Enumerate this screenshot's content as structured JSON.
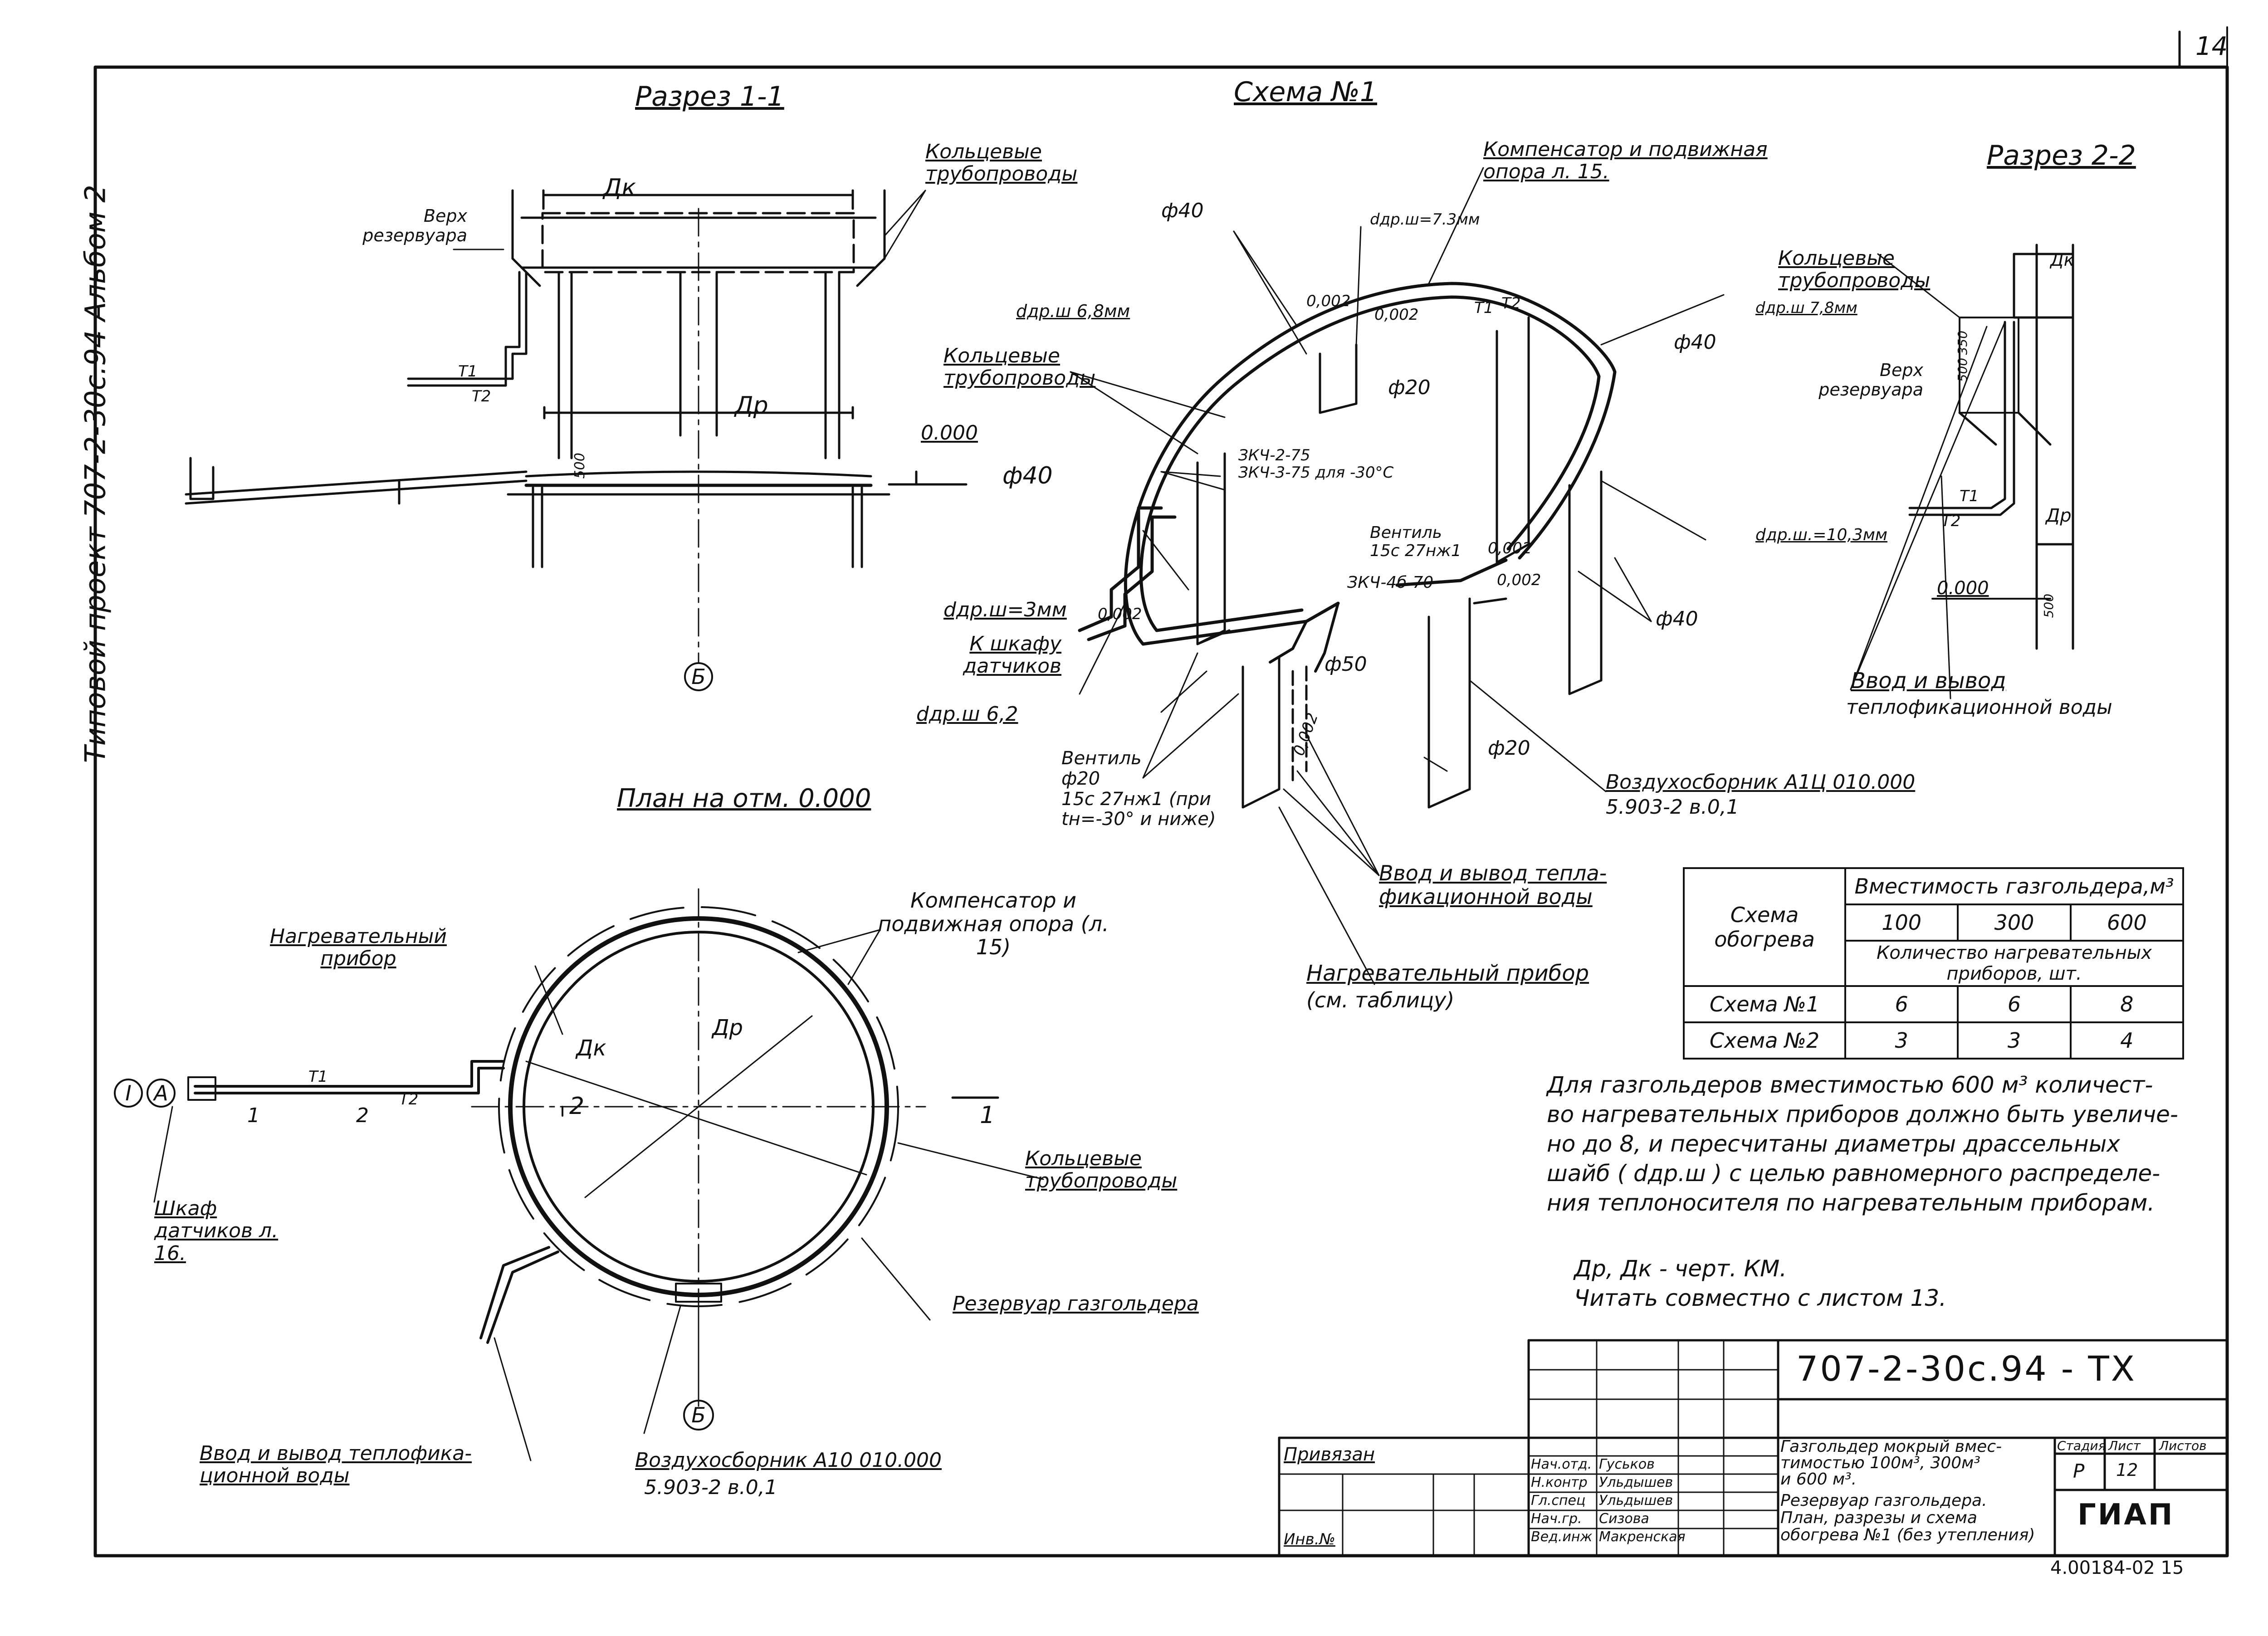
{
  "sheet": {
    "number": "14",
    "album_label": "Типовой проект 707-2-30с.94    Альбом 2"
  },
  "section_1_1": {
    "title": "Разрез 1-1",
    "ring_pipes": "Кольцевые трубопроводы",
    "top_of_tank": "Верх резервуара",
    "dk": "Дк",
    "dr": "Др",
    "elevation": "0.000",
    "dim_500": "500",
    "t1": "Т1",
    "t2": "Т2",
    "axis": "Б"
  },
  "scheme_1": {
    "title": "Схема №1",
    "compensator": "Компенсатор и подвижная опора л. 15.",
    "d40_top": "ф40",
    "dthr_73": "dдр.ш=7.3мм",
    "slope_a": "0,002",
    "slope_b": "0,002",
    "dthr_68": "dдр.ш 6,8мм",
    "ring_pipes": "Кольцевые трубопроводы",
    "d20_a": "ф20",
    "dthr_78": "dдр.ш 7,8мм",
    "d40_right": "ф40",
    "valve_3k4": "ЗКЧ-2-75\nЗКЧ-3-75 для -30°С",
    "d40_left": "ф40",
    "valve_15c": "Вентиль\n15с 27нж1",
    "valve_3k4_46": "ЗКЧ-4б-70",
    "slope_c": "0,002",
    "slope_d": "0,002",
    "dthr_3": "dдр.ш=3мм",
    "to_cabinet": "К шкафу датчиков",
    "slope_e": "0,002",
    "d50": "ф50",
    "dthr_103": "dдр.ш.=10,3мм",
    "d40_low": "ф40",
    "dthr_62": "dдр.ш 6,2",
    "slope_f": "0,002",
    "valve_bottom": "Вентиль\nф20\n15с 27нж1 (при\ntн=-30° и ниже)",
    "d20_b": "ф20",
    "air_collector": "Воздухосборник А1Ц 010.000",
    "air_collector_ref": "5.903-2 в.0,1",
    "inout": "Ввод и вывод тепла-\nфикационной воды",
    "heater": "Нагревательный прибор",
    "heater_ref": "(см. таблицу)",
    "t1": "Т1",
    "t2": "Т2"
  },
  "section_2_2": {
    "title": "Разрез 2-2",
    "ring_pipes": "Кольцевые трубопроводы",
    "top_of_tank": "Верх резервуара",
    "dk": "Дк",
    "dr": "Др",
    "elevation": "0.000",
    "dim_500a": "500",
    "dim_350": "350",
    "dim_500b": "500",
    "inout": "Ввод и вывод",
    "inout2": "теплофикационной воды",
    "t1": "Т1",
    "t2": "Т2"
  },
  "plan": {
    "title": "План на отм. 0.000",
    "heater": "Нагревательный прибор",
    "compensator": "Компенсатор и подвижная опора (л. 15)",
    "dk": "Дк",
    "dr": "Др",
    "ring_pipes": "Кольцевые трубопроводы",
    "tank": "Резервуар газгольдера",
    "cabinet": "Шкаф датчиков л. 16.",
    "inout": "Ввод и вывод теплофика-\nционной воды",
    "air_collector": "Воздухосборник А10 010.000",
    "air_collector_ref": "5.903-2  в.0,1",
    "mark_i": "I",
    "mark_a": "А",
    "mark_1": "1",
    "mark_2": "2",
    "cut_2": "2",
    "cut_1": "1",
    "axis": "Б",
    "t1": "Т1",
    "t2": "Т2"
  },
  "table": {
    "col_scheme": "Схема обогрева",
    "col_capacity": "Вместимость газгольдера,м³",
    "capacities": [
      "100",
      "300",
      "600"
    ],
    "heater_count": "Количество нагревательных приборов, шт.",
    "rows": [
      {
        "name": "Схема №1",
        "values": [
          "6",
          "6",
          "8"
        ]
      },
      {
        "name": "Схема №2",
        "values": [
          "3",
          "3",
          "4"
        ]
      }
    ]
  },
  "notes": {
    "main": [
      "Для газгольдеров вместимостью 600 м³ количест-",
      "во нагревательных приборов должно быть увеличе-",
      "но до 8, и пересчитаны диаметры драссельных",
      "шайб ( dдр.ш ) с целью равномерного распределе-",
      "ния теплоносителя по нагревательным приборам."
    ],
    "ref1": "Др, Дк - черт. КМ.",
    "ref2": "Читать совместно с листом 13."
  },
  "stamp": {
    "code": "707-2-30с.94   -  ТХ",
    "description": "Газгольдер мокрый вмес-\nтимостью 100м³, 300м³\nи 600 м³.",
    "sheet_title": "Резервуар газгольдера.\nПлан, разрезы и схема\nобогрева №1 (без утепления)",
    "stage_h": "Стадия",
    "sheet_h": "Лист",
    "sheets_h": "Листов",
    "stage": "Р",
    "sheet": "12",
    "org": "ГИАП",
    "attached": "Привязан",
    "inv": "Инв.№",
    "roles": [
      "Нач.отд.",
      "Н.контр",
      "Гл.спец",
      "Нач.гр.",
      "Вед.инж"
    ],
    "names": [
      "Гуськов",
      "Ульдышев",
      "Ульдышев",
      "Сизова",
      "Макренская"
    ],
    "archive": "4.00184-02   15"
  }
}
